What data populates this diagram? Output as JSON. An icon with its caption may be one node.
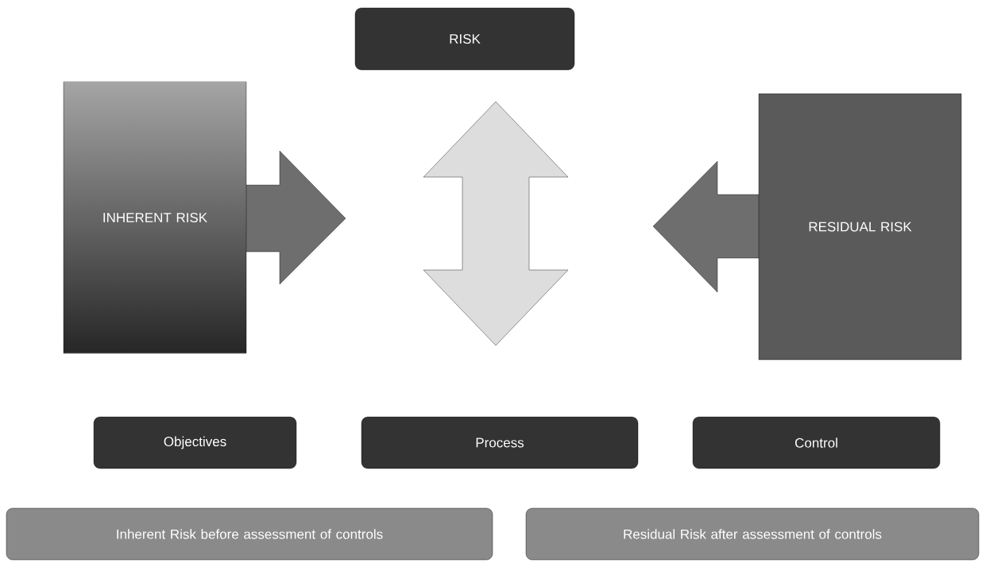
{
  "diagram": {
    "nodes": [
      {
        "text": [
          "RISK"
        ]
      },
      {
        "text": [
          "INHERENT RISK"
        ]
      },
      {
        "text": [],
        "shape": "arrow"
      },
      {
        "text": [
          "RESIDUAL RISK"
        ]
      },
      {
        "text": [
          "Objectives"
        ]
      },
      {
        "text": [
          "Process"
        ]
      },
      {
        "text": [
          "Control"
        ]
      },
      {
        "text": [
          "Inherent Risk before assessment of controls"
        ]
      },
      {
        "text": [
          "Residual Risk after assessment of controls"
        ]
      }
    ]
  }
}
